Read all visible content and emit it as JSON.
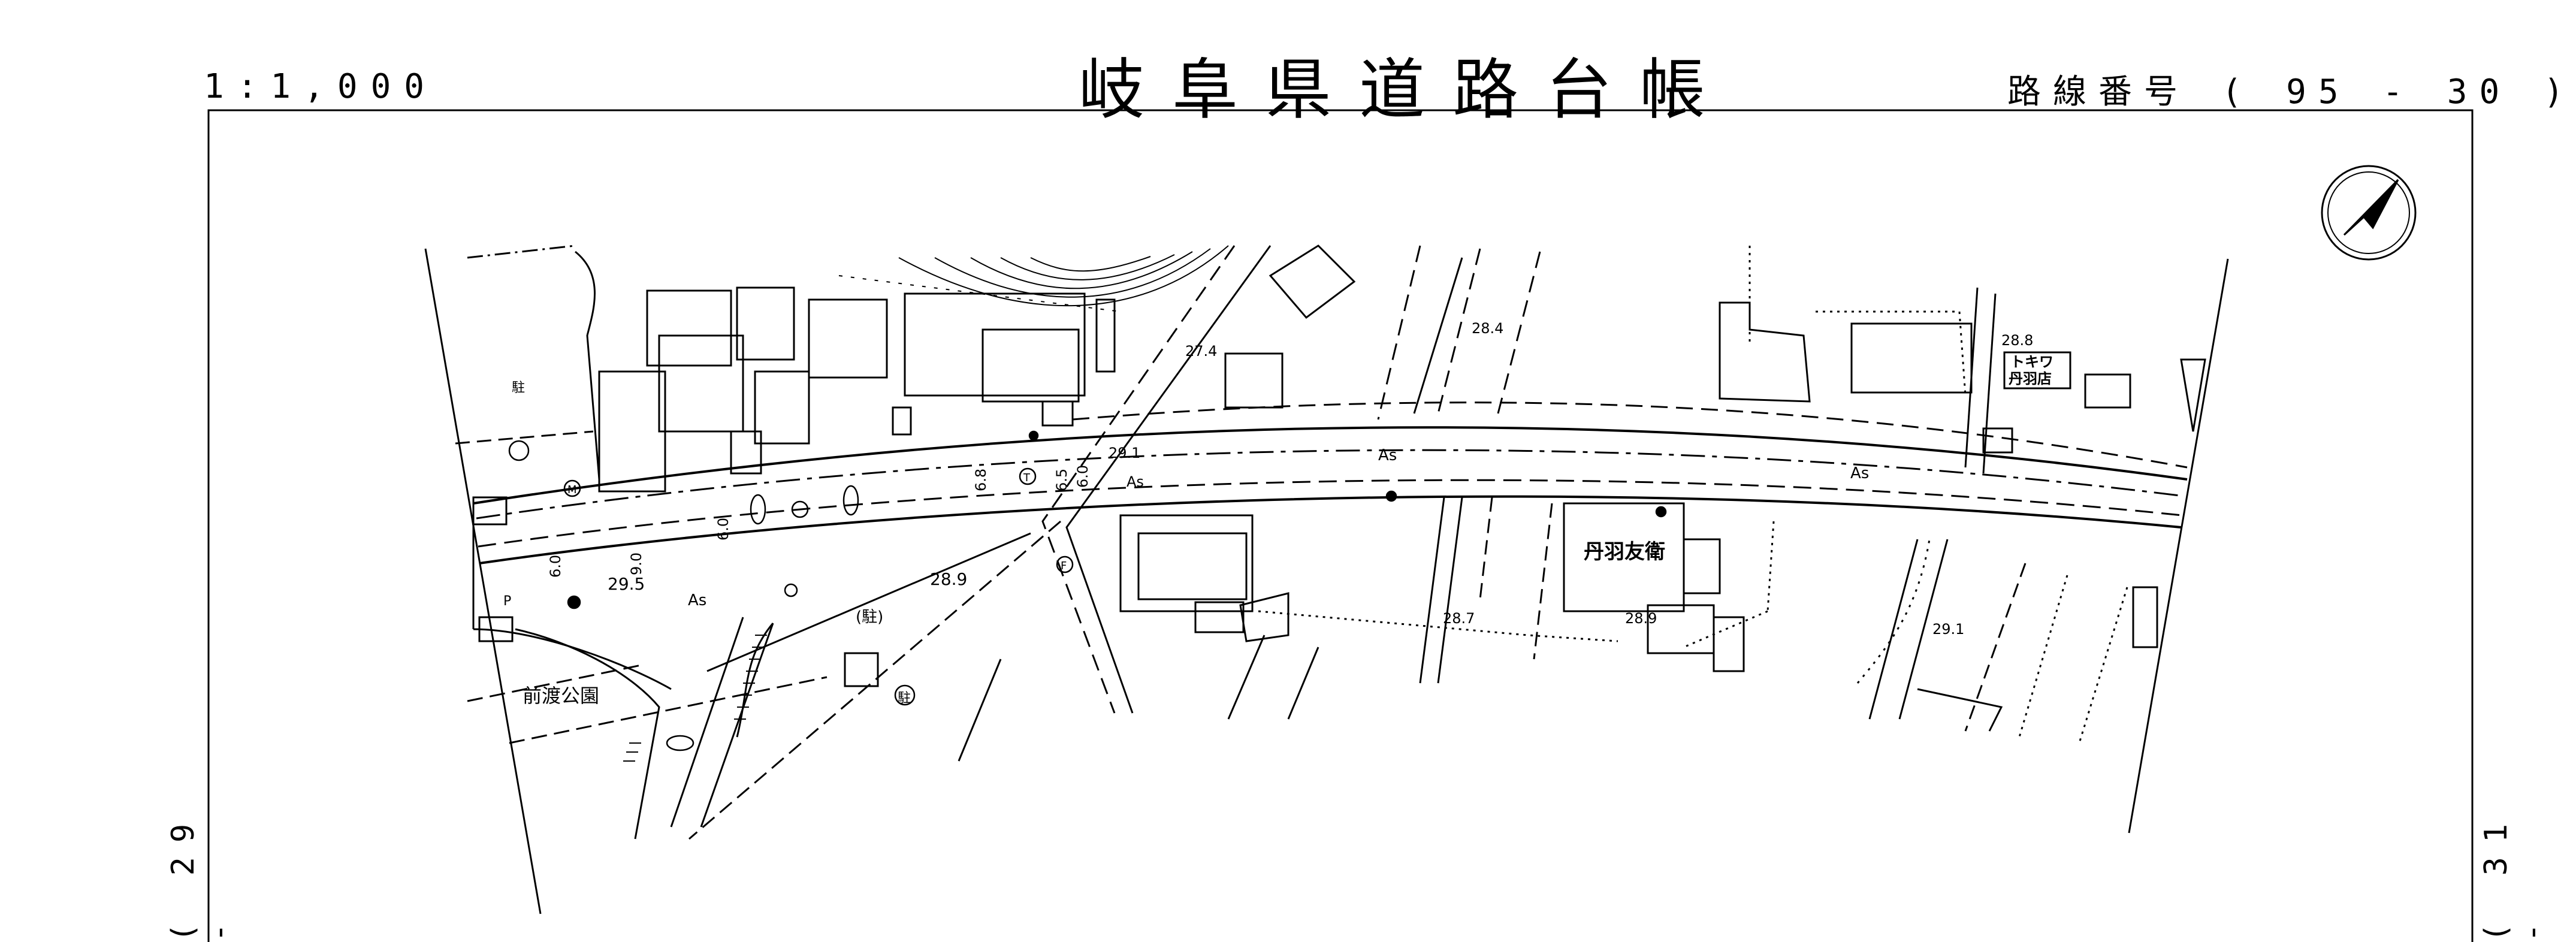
{
  "header": {
    "scale": "1:1,000",
    "title": "岐阜県道路台帳",
    "route_label": "路線番号",
    "route_number": "( 95 - 30 )"
  },
  "adjacent_sheets": {
    "left": "( 29 -",
    "right": "( 31 -"
  },
  "map_labels": {
    "park_name": "前渡公園",
    "shop_1": "丹羽友衛",
    "shop_2_line1": "トキワ",
    "shop_2_line2": "丹羽店",
    "parking_symbol": "駐",
    "parking_paren": "(駐)",
    "surface": "As",
    "elevations": [
      "27.4",
      "28.4",
      "28.8",
      "29.1",
      "29.5",
      "28.9",
      "28.7",
      "28.9",
      "29.1"
    ],
    "road_widths": [
      "6.8",
      "6.5",
      "6.0",
      "6.0",
      "6.0",
      "9.0"
    ],
    "symbol_m": "M",
    "symbol_t": "T",
    "symbol_f": "F",
    "symbol_p": "P"
  },
  "north_arrow": "north-arrow"
}
